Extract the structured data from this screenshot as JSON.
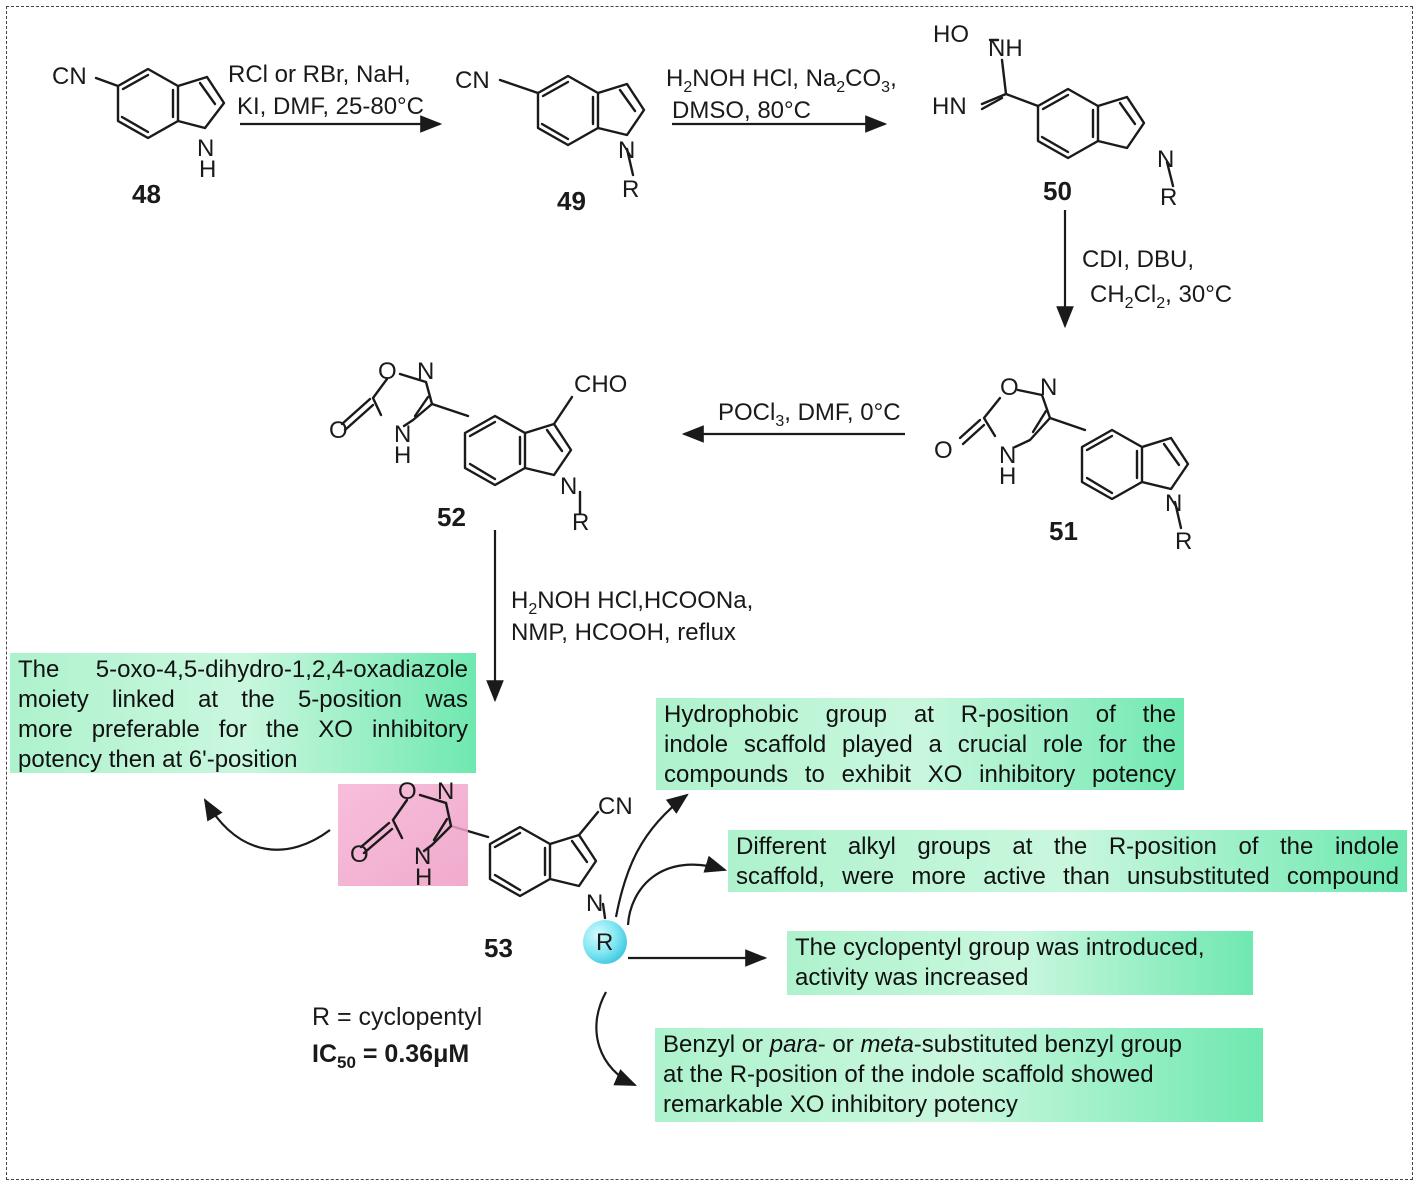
{
  "compounds": {
    "c48": {
      "label": "48"
    },
    "c49": {
      "label": "49"
    },
    "c50": {
      "label": "50"
    },
    "c51": {
      "label": "51"
    },
    "c52": {
      "label": "52"
    },
    "c53": {
      "label": "53"
    }
  },
  "atoms": {
    "cn": "CN",
    "cn2": "CN",
    "nh_indole_n": "N",
    "nh_indole_h": "H",
    "n": "N",
    "r": "R",
    "ho": "HO",
    "nh": "NH",
    "hn": "HN",
    "o": "O",
    "n_ring": "N",
    "h": "H",
    "cho": "CHO"
  },
  "steps": {
    "step1": {
      "line1": "RCl or RBr, NaH,",
      "line2": "KI, DMF, 25-80°C"
    },
    "step2": {
      "line1a": "H",
      "line1b": "2",
      "line1c": "NOH HCl, Na",
      "line1d": "2",
      "line1e": "CO",
      "line1f": "3",
      "line1g": ",",
      "line2": "DMSO, 80°C"
    },
    "step3": {
      "line1": "CDI, DBU,",
      "line2a": "CH",
      "line2b": "2",
      "line2c": "Cl",
      "line2d": "2",
      "line2e": ", 30°C"
    },
    "step4": {
      "a": "POCl",
      "b": "3",
      "c": ", DMF,  0°C"
    },
    "step5": {
      "line1a": "H",
      "line1b": "2",
      "line1c": "NOH HCl,HCOONa,",
      "line2": "NMP,  HCOOH, reflux"
    }
  },
  "notes": {
    "oxadiazole": [
      "The 5-oxo-4,5-dihydro-1,2,4-oxadiazole",
      " moiety linked at the 5-position was",
      "more preferable for the XO inhibitory",
      " potency then at 6'-position"
    ],
    "hydrophobic": [
      "Hydrophobic group at R-position of the",
      " indole scaffold played a crucial role for the",
      "compounds to exhibit XO inhibitory potency"
    ],
    "alkyl": [
      "Different alkyl groups at the R-position of the indole",
      "scaffold, were more active than unsubstituted compound"
    ],
    "cyclopentyl": [
      "The cyclopentyl group was introduced,",
      "activity was increased"
    ],
    "benzyl": {
      "l1a": "Benzyl or ",
      "l1b": "para",
      "l1c": "- or ",
      "l1d": "meta",
      "l1e": "-substituted benzyl group",
      "l2": "at the R-position of the indole scaffold showed",
      "l3": "remarkable XO inhibitory potency"
    }
  },
  "result": {
    "r_eq": "R = cyclopentyl",
    "ic50_a": "IC",
    "ic50_b": "50",
    "ic50_c": " = 0.36μM"
  },
  "colors": {
    "note_green": "#9ff0c6",
    "highlight_pink": "#f3a6cc",
    "r_cyan": "#7fe6f2"
  }
}
